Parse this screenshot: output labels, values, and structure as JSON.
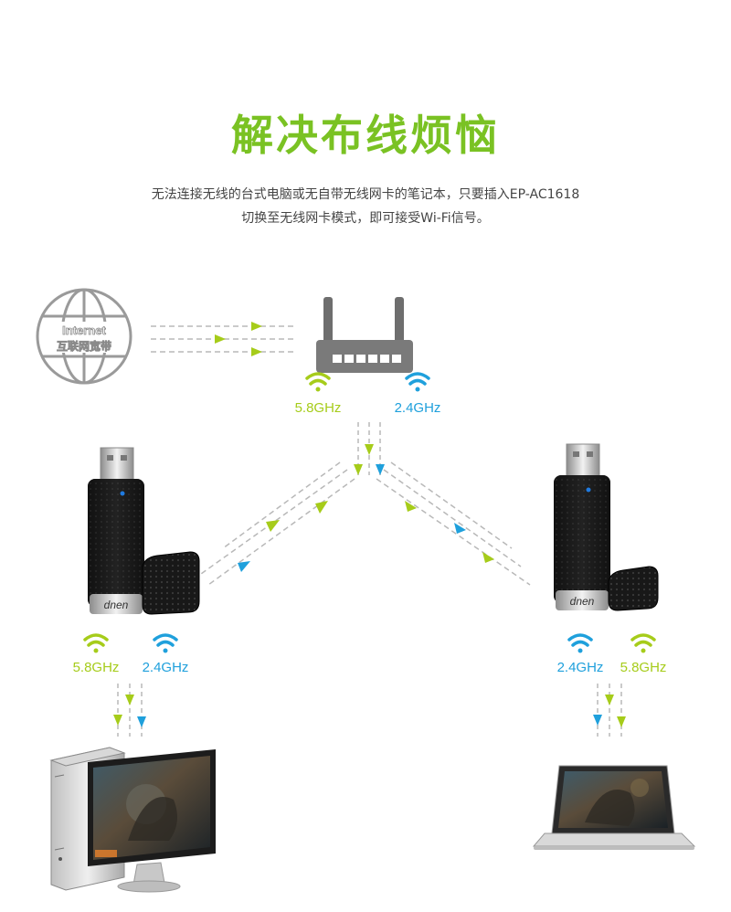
{
  "colors": {
    "title": "#7ac223",
    "green": "#a6cc1a",
    "blue": "#1fa0dc",
    "dash_gray": "#b8b8b8",
    "globe": "#9a9a9a"
  },
  "header": {
    "title": "解决布线烦恼",
    "line1": "无法连接无线的台式电脑或无自带无线网卡的笔记本，只要插入EP-AC1618",
    "line2": "切换至无线网卡模式，即可接受Wi-Fi信号。"
  },
  "globe": {
    "line1": "Internet",
    "line2": "互联网宽带"
  },
  "router": {
    "freq_left": "5.8GHz",
    "freq_right": "2.4GHz"
  },
  "left_adapter": {
    "brand": "dnen",
    "freq_left": "5.8GHz",
    "freq_right": "2.4GHz"
  },
  "right_adapter": {
    "brand": "dnen",
    "freq_left": "2.4GHz",
    "freq_right": "5.8GHz"
  },
  "icons": {
    "globe": "globe-icon",
    "router": "router-icon",
    "usb_adapter": "usb-wifi-adapter-icon",
    "desktop": "desktop-computer-icon",
    "laptop": "laptop-icon",
    "wifi": "wifi-signal-icon"
  }
}
